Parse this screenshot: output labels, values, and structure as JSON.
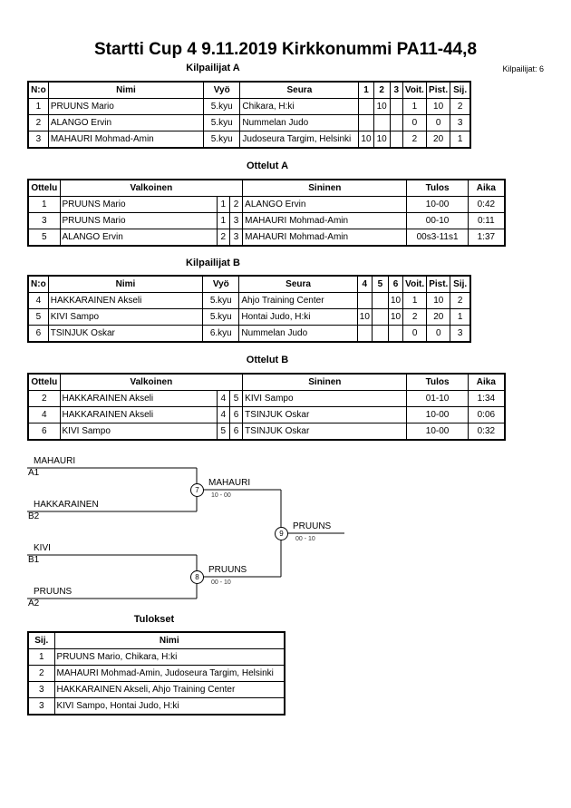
{
  "header": {
    "title": "Startti Cup 4   9.11.2019   Kirkkonummi    PA11-44,8",
    "competitors_count": "Kilpailijat: 6"
  },
  "pool_a": {
    "title": "Kilpailijat A",
    "headers": [
      "N:o",
      "Nimi",
      "Vyö",
      "Seura",
      "1",
      "2",
      "3",
      "Voit.",
      "Pist.",
      "Sij."
    ],
    "rows": [
      [
        "1",
        "PRUUNS Mario",
        "5.kyu",
        "Chikara, H:ki",
        "",
        "10",
        "",
        "1",
        "10",
        "2"
      ],
      [
        "2",
        "ALANGO Ervin",
        "5.kyu",
        "Nummelan Judo",
        "",
        "",
        "",
        "0",
        "0",
        "3"
      ],
      [
        "3",
        "MAHAURI Mohmad-Amin",
        "5.kyu",
        "Judoseura Targim, Helsinki",
        "10",
        "10",
        "",
        "2",
        "20",
        "1"
      ]
    ]
  },
  "matches_a": {
    "title": "Ottelut A",
    "headers": [
      "Ottelu",
      "Valkoinen",
      "Sininen",
      "Tulos",
      "Aika"
    ],
    "rows": [
      [
        "1",
        "PRUUNS Mario",
        "1",
        "2",
        "ALANGO Ervin",
        "10-00",
        "0:42"
      ],
      [
        "3",
        "PRUUNS Mario",
        "1",
        "3",
        "MAHAURI Mohmad-Amin",
        "00-10",
        "0:11"
      ],
      [
        "5",
        "ALANGO Ervin",
        "2",
        "3",
        "MAHAURI Mohmad-Amin",
        "00s3-11s1",
        "1:37"
      ]
    ]
  },
  "pool_b": {
    "title": "Kilpailijat B",
    "headers": [
      "N:o",
      "Nimi",
      "Vyö",
      "Seura",
      "4",
      "5",
      "6",
      "Voit.",
      "Pist.",
      "Sij."
    ],
    "rows": [
      [
        "4",
        "HAKKARAINEN Akseli",
        "5.kyu",
        "Ahjo Training Center",
        "",
        "",
        "10",
        "1",
        "10",
        "2"
      ],
      [
        "5",
        "KIVI Sampo",
        "5.kyu",
        "Hontai Judo, H:ki",
        "10",
        "",
        "10",
        "2",
        "20",
        "1"
      ],
      [
        "6",
        "TSINJUK Oskar",
        "6.kyu",
        "Nummelan Judo",
        "",
        "",
        "",
        "0",
        "0",
        "3"
      ]
    ]
  },
  "matches_b": {
    "title": "Ottelut B",
    "headers": [
      "Ottelu",
      "Valkoinen",
      "Sininen",
      "Tulos",
      "Aika"
    ],
    "rows": [
      [
        "2",
        "HAKKARAINEN Akseli",
        "4",
        "5",
        "KIVI Sampo",
        "01-10",
        "1:34"
      ],
      [
        "4",
        "HAKKARAINEN Akseli",
        "4",
        "6",
        "TSINJUK Oskar",
        "10-00",
        "0:06"
      ],
      [
        "6",
        "KIVI Sampo",
        "5",
        "6",
        "TSINJUK Oskar",
        "10-00",
        "0:32"
      ]
    ]
  },
  "bracket": {
    "top1": {
      "name": "MAHAURI",
      "pool": "A1"
    },
    "top2": {
      "name": "HAKKARAINEN",
      "pool": "B2"
    },
    "bot1": {
      "name": "KIVI",
      "pool": "B1"
    },
    "bot2": {
      "name": "PRUUNS",
      "pool": "A2"
    },
    "semi1": {
      "num": "7",
      "winner": "MAHAURI",
      "score": "10 - 00"
    },
    "semi2": {
      "num": "8",
      "winner": "PRUUNS",
      "score": "00 - 10"
    },
    "final": {
      "num": "9",
      "winner": "PRUUNS",
      "score": "00 - 10"
    }
  },
  "results": {
    "title": "Tulokset",
    "headers": [
      "Sij.",
      "Nimi"
    ],
    "rows": [
      [
        "1",
        "PRUUNS Mario, Chikara, H:ki"
      ],
      [
        "2",
        "MAHAURI Mohmad-Amin, Judoseura Targim, Helsinki"
      ],
      [
        "3",
        "HAKKARAINEN Akseli, Ahjo Training Center"
      ],
      [
        "3",
        "KIVI Sampo, Hontai Judo, H:ki"
      ]
    ]
  }
}
